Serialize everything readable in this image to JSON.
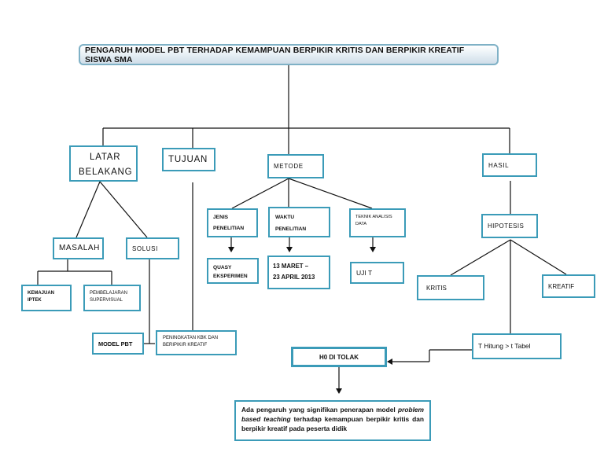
{
  "title": "PENGARUH MODEL PBT TERHADAP KEMAMPUAN BERPIKIR KRITIS DAN BERPIKIR KREATIF SISWA SMA",
  "nodes": {
    "latar_line1": "LATAR",
    "latar_line2": "BELAKANG",
    "tujuan": "TUJUAN",
    "metode": "METODE",
    "hasil": "HASIL",
    "masalah": "MASALAH",
    "solusi": "SOLUSI",
    "kemajuan_line1": "KEMAJUAN",
    "kemajuan_line2": "IPTEK",
    "pembelajaran_line1": "PEMBELAJARAN",
    "pembelajaran_line2": "SUPERVISUAL",
    "model_pbt": "MODEL PBT",
    "peningkatan_line1": "PENINGKATAN KBK DAN",
    "peningkatan_line2": "BERIPIKIR KREATIF",
    "jenis_line1": "JENIS",
    "jenis_line2": "PENELITIAN",
    "waktu_line1": "WAKTU",
    "waktu_line2": "PENELITIAN",
    "teknik_line1": "TEKNIK ANALISIS",
    "teknik_line2": "DATA",
    "quasy_line1": "QUASY",
    "quasy_line2": "EKSPERIMEN",
    "tanggal_line1": "13 MARET –",
    "tanggal_line2": "23 APRIL 2013",
    "uji_t": "UJI T",
    "hipotesis": "HIPOTESIS",
    "kritis": "KRITIS",
    "kreatif": "KREATIF",
    "t_hitung": "T Hitung > t Tabel",
    "h0": "H0 DI TOLAK"
  },
  "conclusion": {
    "part1": "Ada pengaruh yang signifikan penerapan model",
    "italic": "problem based teaching",
    "part2": "terhadap kemampuan berpikir kritis dan berpikir kreatif pada peserta didik"
  },
  "colors": {
    "border": "#3b9bb8",
    "line": "#111111",
    "title_border": "#7fb1c6"
  }
}
